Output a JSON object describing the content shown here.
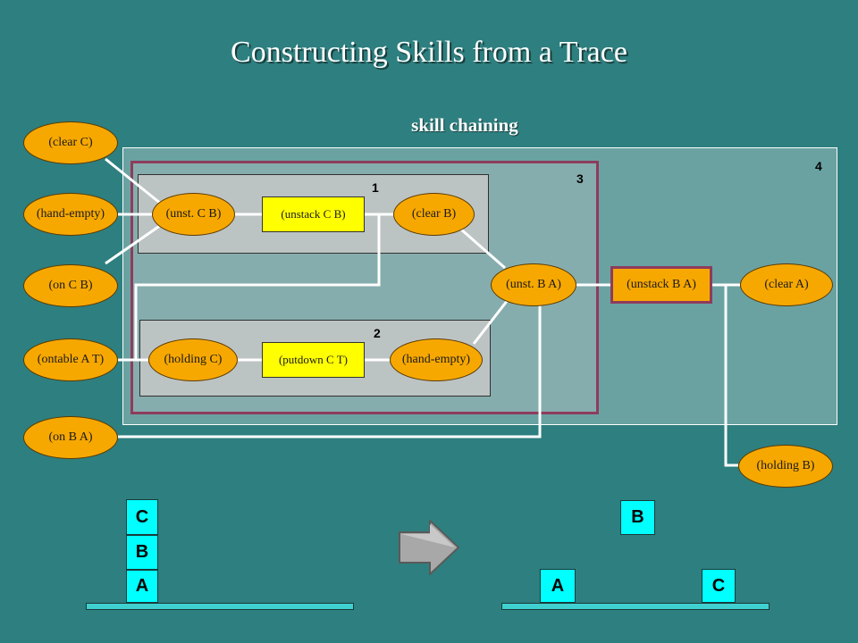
{
  "slide": {
    "title": "Constructing Skills from a Trace",
    "subtitle": "skill chaining"
  },
  "boxes": {
    "box1_label": "1",
    "box2_label": "2",
    "box3_label": "3",
    "box4_label": "4"
  },
  "preconditions": {
    "clear_c": "(clear C)",
    "hand_empty": "(hand-empty)",
    "on_c_b": "(on C B)",
    "ontable_a_t": "(ontable A T)",
    "on_b_a": "(on B A)"
  },
  "nodes": {
    "unst_c_b": "(unst. C B)",
    "unstack_c_b": "(unstack C B)",
    "clear_b": "(clear B)",
    "holding_c": "(holding C)",
    "putdown_c_t": "(putdown C T)",
    "hand_empty_2": "(hand-empty)",
    "unst_b_a": "(unst. B A)",
    "unstack_b_a": "(unstack B A)",
    "clear_a": "(clear A)",
    "holding_b": "(holding B)"
  },
  "blocks": {
    "before": {
      "top": "C",
      "middle": "B",
      "bottom": "A"
    },
    "after": {
      "held": "B",
      "left": "A",
      "right": "C"
    }
  },
  "colors": {
    "background": "#2e7f7f",
    "oval": "#f7a800",
    "operator": "#ffff00",
    "block": "#00ffff",
    "skill_border": "#8e3c5c"
  },
  "icons": {
    "transition": "right-arrow-icon"
  }
}
